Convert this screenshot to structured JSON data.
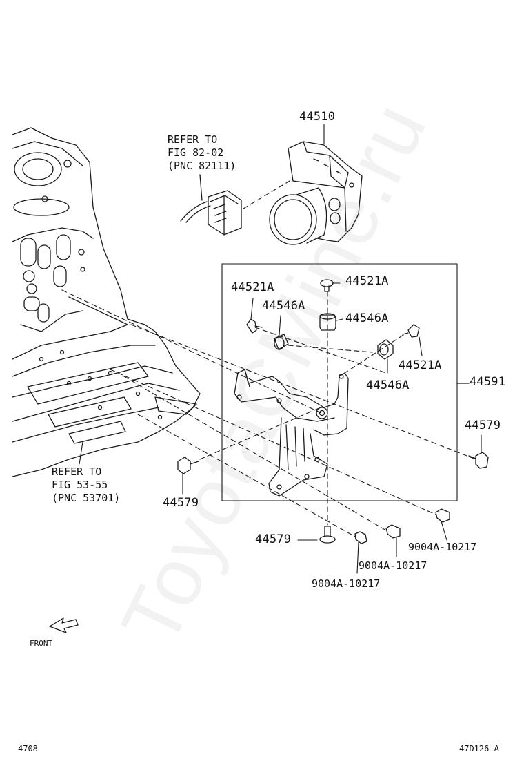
{
  "watermark": "ToyotaCMine.ru",
  "parts": {
    "abs_actuator": "44510",
    "bracket_assy": "44591",
    "retainer_left": "44521A",
    "retainer_top": "44521A",
    "retainer_right": "44521A",
    "cushion_left": "44546A",
    "cushion_top": "44546A",
    "cushion_right": "44546A",
    "bolt_right": "44579",
    "bolt_left": "44579",
    "bolt_bottom": "44579",
    "screw_1": "9004A-10217",
    "screw_2": "9004A-10217",
    "screw_3": "9004A-10217"
  },
  "refs": {
    "top": [
      "REFER TO",
      "FIG 82-02",
      "(PNC 82111)"
    ],
    "left": [
      "REFER TO",
      "FIG 53-55",
      "(PNC 53701)"
    ]
  },
  "front_label": "FRONT",
  "page_number": "4708",
  "diagram_code": "47D126-A"
}
